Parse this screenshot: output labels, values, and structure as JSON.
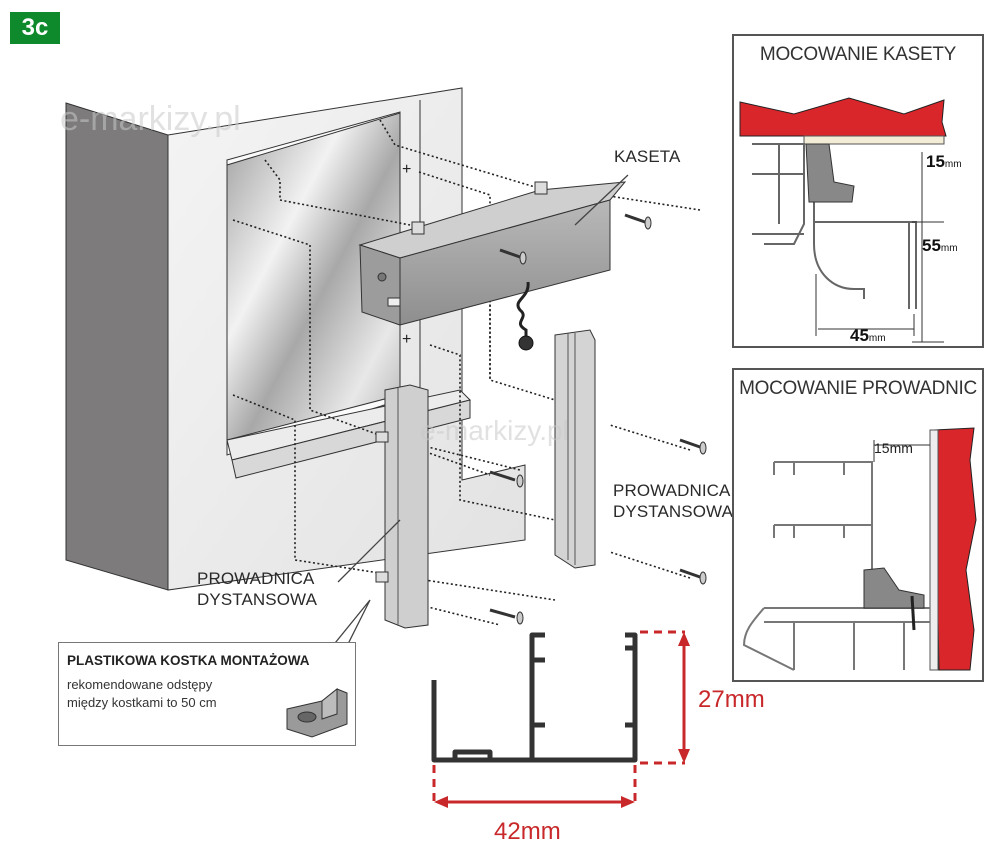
{
  "badge": {
    "label": "3c",
    "color": "#0e8a2c"
  },
  "watermarks": [
    "e-markizy.pl",
    "e-markizy.pl",
    "e-markizy.pl"
  ],
  "labels": {
    "cassette": "KASETA",
    "guide_right": {
      "line1": "PROWADNICA",
      "line2": "DYSTANSOWA"
    },
    "guide_left": {
      "line1": "PROWADNICA",
      "line2": "DYSTANSOWA"
    }
  },
  "panel_cassette": {
    "title": "MOCOWANIE KASETY",
    "dims": [
      {
        "value": "15",
        "unit": "mm"
      },
      {
        "value": "55",
        "unit": "mm"
      },
      {
        "value": "45",
        "unit": "mm"
      }
    ]
  },
  "panel_guides": {
    "title": "MOCOWANIE PROWADNIC",
    "dim": "15mm"
  },
  "note_box": {
    "title": "PLASTIKOWA KOSTKA MONTAŻOWA",
    "line1": "rekomendowane odstępy",
    "line2": "między kostkami to 50 cm"
  },
  "profile": {
    "height": "27mm",
    "width": "42mm",
    "dim_color": "#c8282a"
  },
  "colors": {
    "wall_red": "#d9262b",
    "frame_gray": "#8a8a8a"
  }
}
